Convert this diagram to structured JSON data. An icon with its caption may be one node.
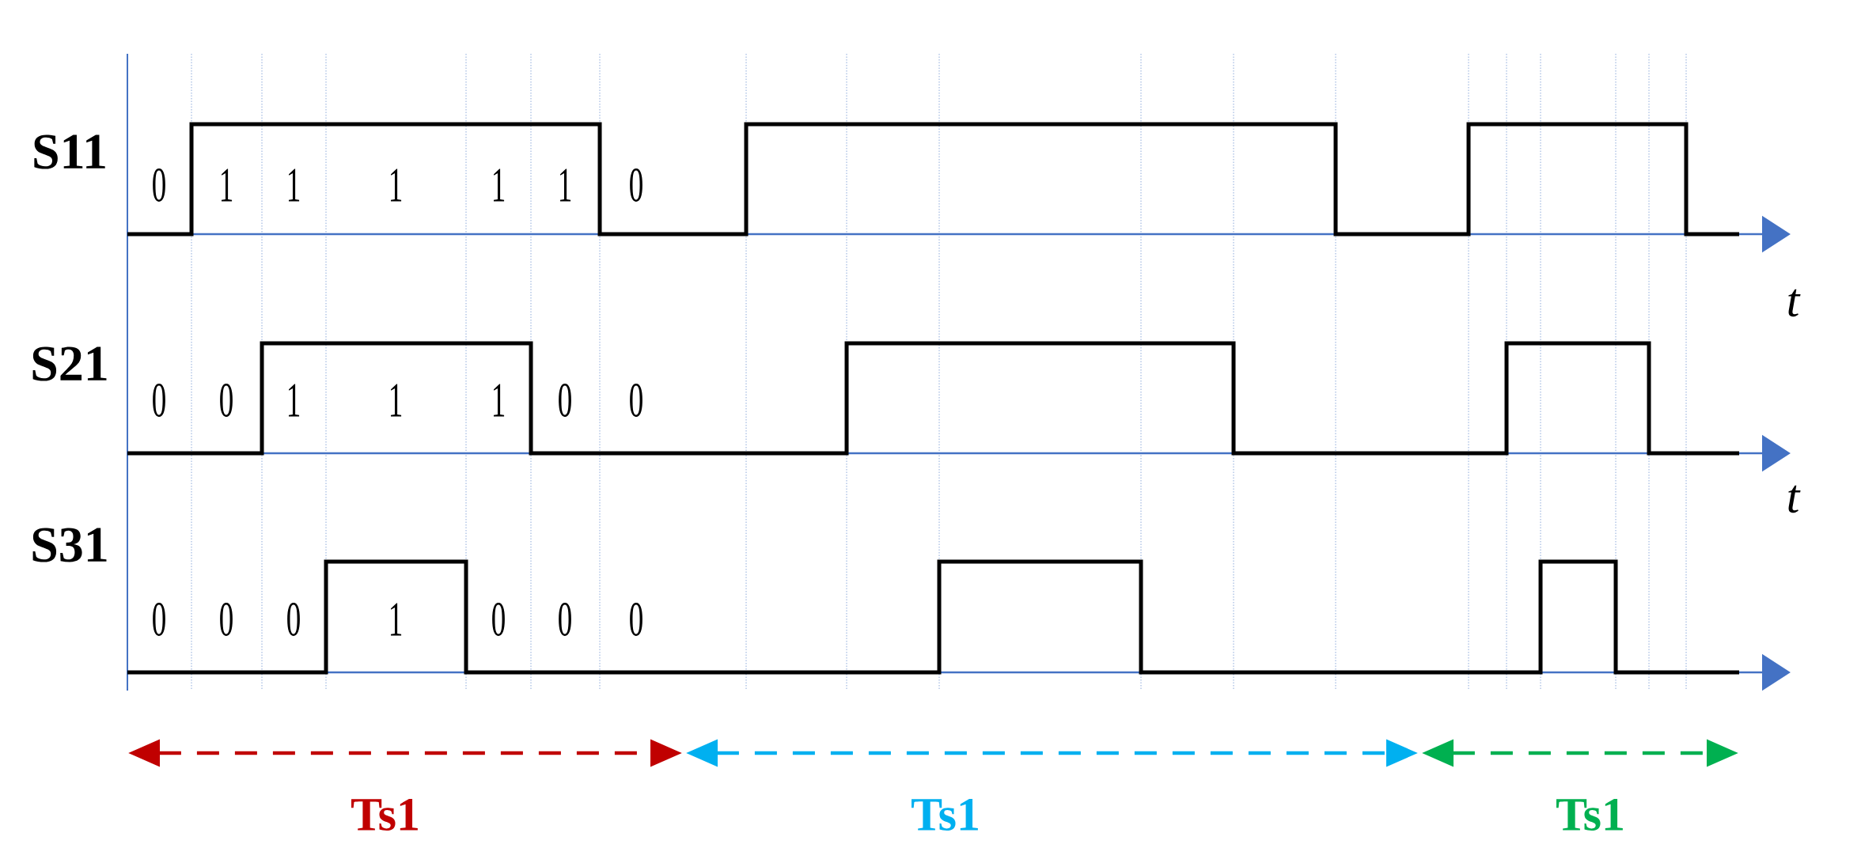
{
  "diagram": {
    "labels": [
      "S11",
      "0",
      "1",
      "1",
      "1",
      "1",
      "1",
      "0",
      "t",
      "S21",
      "0",
      "0",
      "1",
      "1",
      "1",
      "0",
      "0",
      "t",
      "S31",
      "0",
      "0",
      "0",
      "1",
      "0",
      "0",
      "0",
      "Ts1",
      "Ts1",
      "Ts1"
    ]
  }
}
